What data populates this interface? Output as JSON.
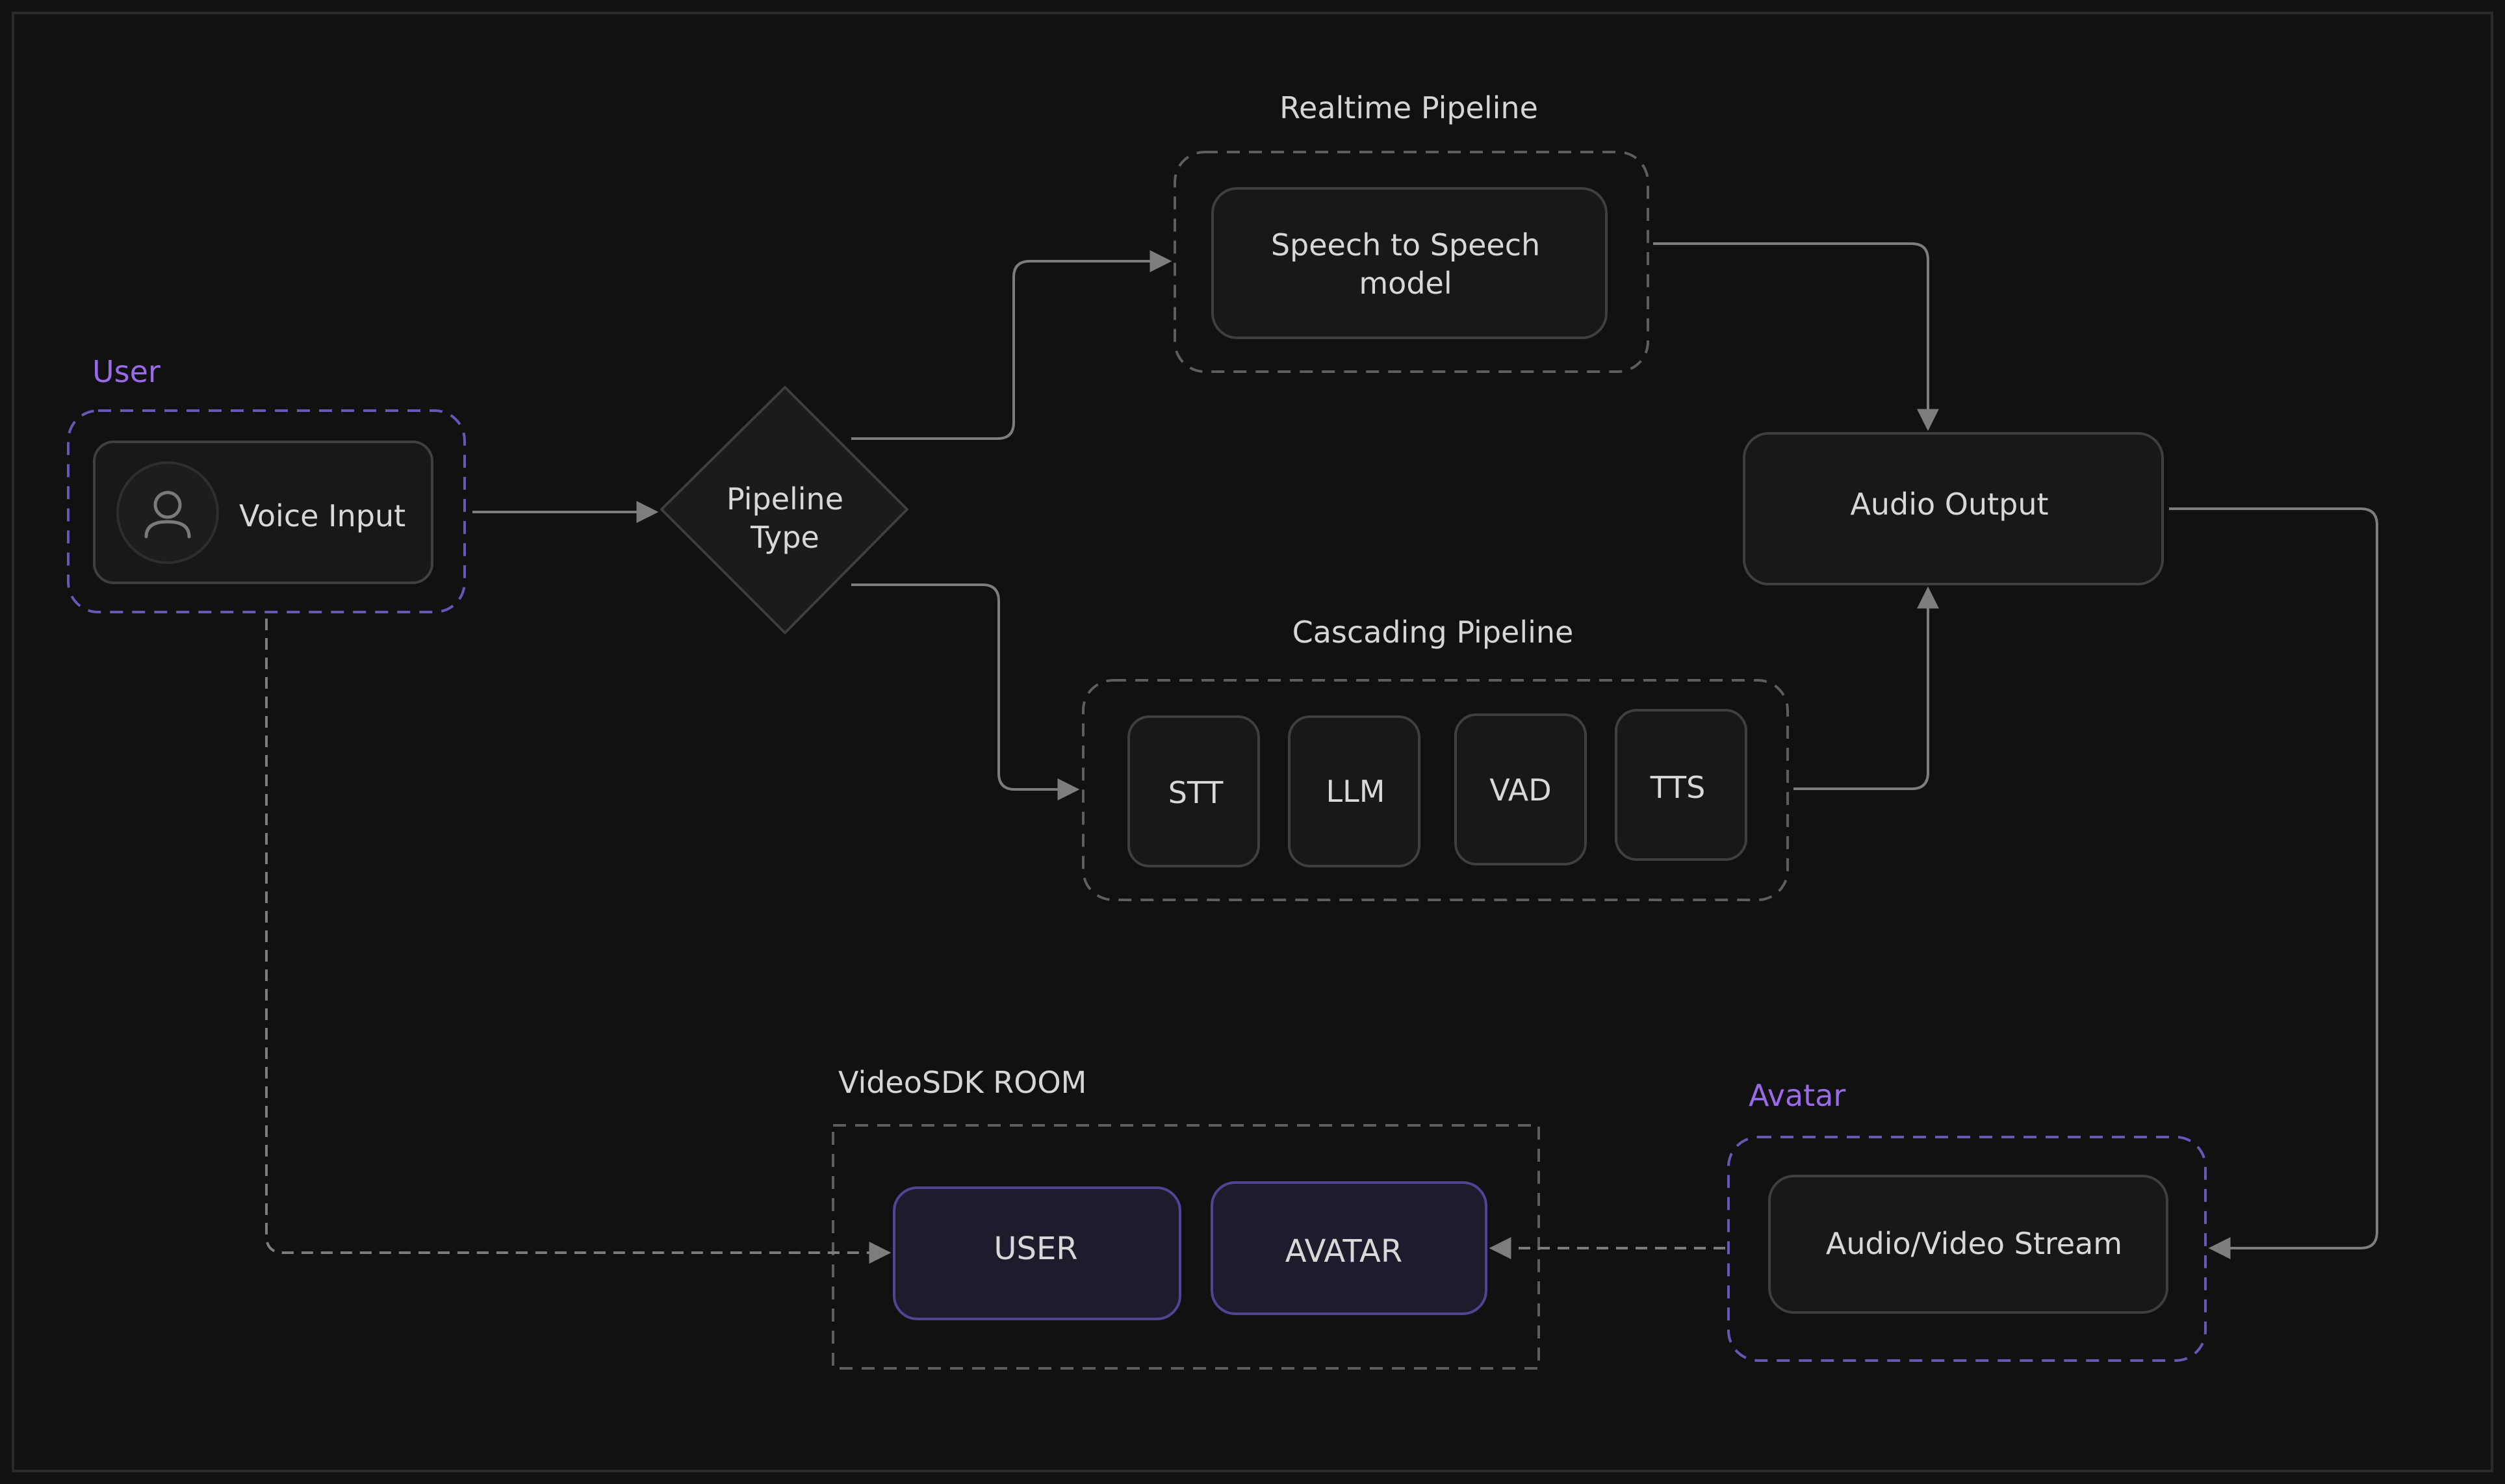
{
  "groups": {
    "user": {
      "label": "User",
      "color": "#9a6be8"
    },
    "realtime": {
      "label": "Realtime Pipeline"
    },
    "cascading": {
      "label": "Cascading Pipeline"
    },
    "room": {
      "label": "VideoSDK ROOM"
    },
    "avatar": {
      "label": "Avatar",
      "color": "#9a6be8"
    }
  },
  "nodes": {
    "voice_input": {
      "label": "Voice Input",
      "icon": "person-icon"
    },
    "pipeline_type": {
      "line1": "Pipeline",
      "line2": "Type"
    },
    "speech_to_speech": {
      "line1": "Speech to Speech",
      "line2": "model"
    },
    "audio_output": {
      "label": "Audio Output"
    },
    "stt": {
      "label": "STT"
    },
    "llm": {
      "label": "LLM"
    },
    "vad": {
      "label": "VAD"
    },
    "tts": {
      "label": "TTS"
    },
    "room_user": {
      "label": "USER"
    },
    "room_avatar": {
      "label": "AVATAR"
    },
    "av_stream": {
      "label": "Audio/Video Stream"
    }
  },
  "colors": {
    "background": "#111111",
    "accent": "#9a6be8",
    "edge": "#7d7d80"
  }
}
